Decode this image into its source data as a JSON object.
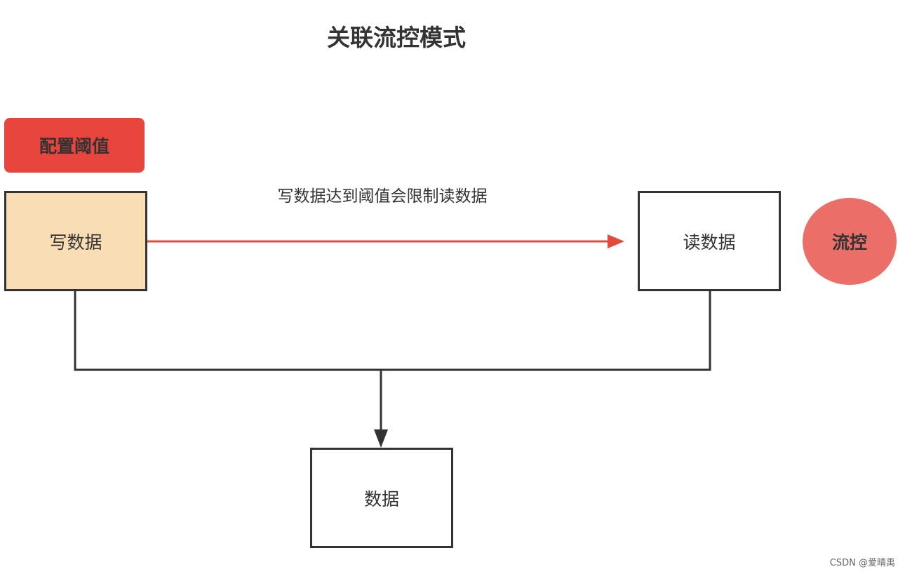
{
  "diagram": {
    "title": "关联流控模式",
    "config_label": "配置阈值",
    "nodes": {
      "write": "写数据",
      "read": "读数据",
      "data": "数据"
    },
    "edge_label": "写数据达到阈值会限制读数据",
    "flow_control": "流控",
    "colors": {
      "accent_red": "#e8453c",
      "write_fill": "#f9ddb4",
      "circle_fill": "#ec6e69",
      "arrow_red": "#e24b3b",
      "stroke": "#333333"
    }
  },
  "watermark": "CSDN @爱晴禹"
}
